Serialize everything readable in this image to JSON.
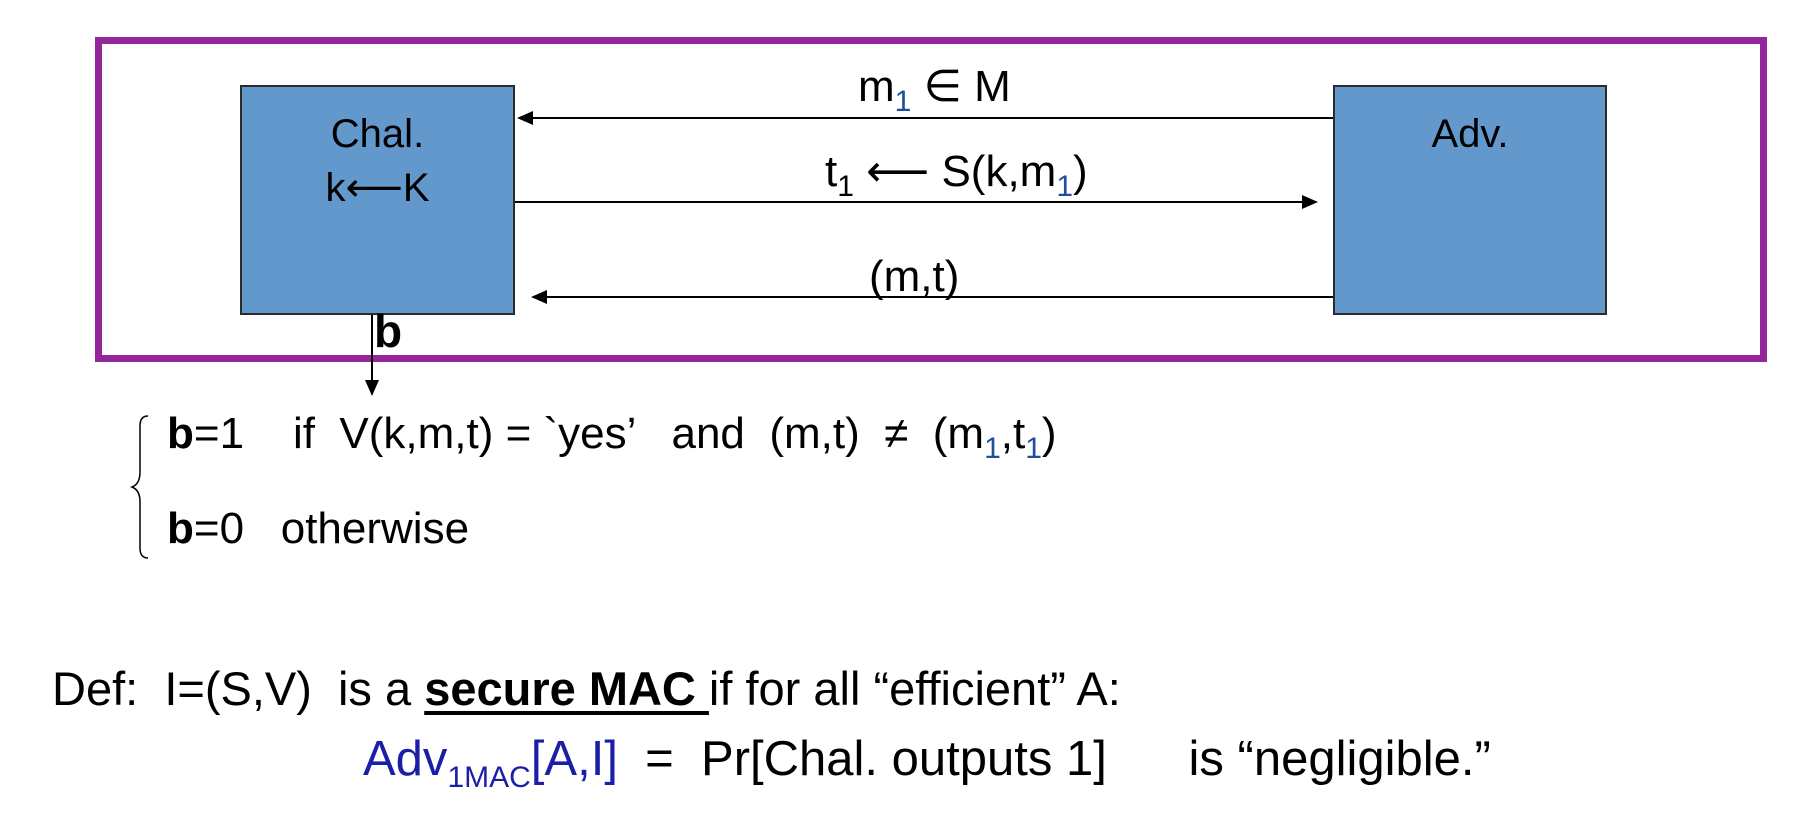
{
  "diagram": {
    "challenger": {
      "name": "Chal.",
      "key_setup": "k⟵K"
    },
    "adversary": {
      "name": "Adv."
    },
    "messages": [
      {
        "text": "m",
        "sub": "1",
        "tail": " ∈ M",
        "direction": "adversary-to-challenger"
      },
      {
        "text": "t",
        "sub": "1",
        "mid": " ⟵ S(k,m",
        "sub2": "1",
        "tail": ")",
        "direction": "challenger-to-adversary"
      },
      {
        "text": "(m,t)",
        "direction": "adversary-to-challenger"
      }
    ],
    "output": {
      "label": "b"
    },
    "cases": {
      "case1": {
        "var": "b",
        "rest": "=1    if  V(k,m,t) = `yes’   and  (m,t)  ≠  (m",
        "sub_a": "1",
        "comma": ",t",
        "sub_b": "1",
        "close": ")"
      },
      "case2": {
        "var": "b",
        "rest": "=0   otherwise"
      }
    }
  },
  "definition": {
    "prefix": "Def:  I=(S,V)  is a ",
    "term": "secure MAC ",
    "suffix": "if for all “efficient” A:"
  },
  "advantage": {
    "name": "Adv",
    "sub": "1MAC",
    "args": "[A,I]",
    "rest": "  =  Pr[Chal. outputs 1]      is “negligible.”"
  },
  "colors": {
    "frame": "#93279a",
    "box_fill": "#6298cc",
    "subscript_blue": "#1f4f9a",
    "advantage_blue": "#1b1fa8"
  }
}
